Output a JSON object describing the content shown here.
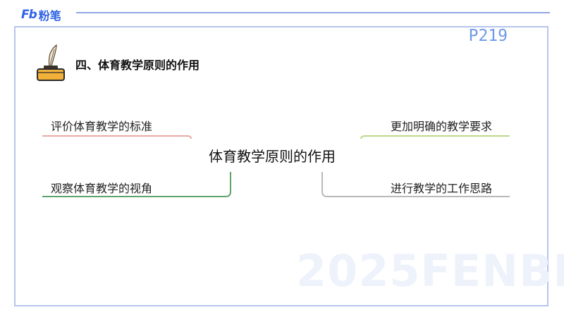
{
  "header": {
    "logo_mark": "Fb",
    "logo_text": "粉笔",
    "page_number": "P219"
  },
  "section": {
    "title": "四、体育教学原则的作用",
    "icon": "inkwell-quill-icon"
  },
  "mindmap": {
    "center": "体育教学原则的作用",
    "left": [
      {
        "label": "评价体育教学的标准",
        "color": "#e8a9a4"
      },
      {
        "label": "观察体育教学的视角",
        "color": "#5fa46d"
      }
    ],
    "right": [
      {
        "label": "更加明确的教学要求",
        "color": "#b9d98a"
      },
      {
        "label": "进行教学的工作思路",
        "color": "#b9b9b9"
      }
    ]
  },
  "watermark": "2025FENBI",
  "colors": {
    "brand": "#2f63e6",
    "frame": "#b5c5ee",
    "page_number": "#6f98e8"
  }
}
